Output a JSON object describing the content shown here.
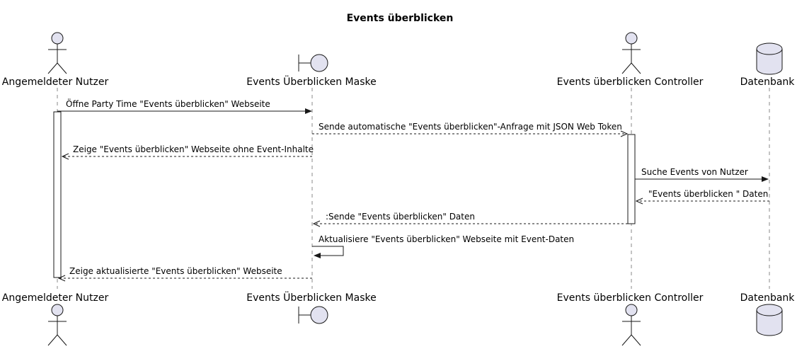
{
  "title": "Events überblicken",
  "participants": [
    {
      "id": "nutzer",
      "name": "Angemeldeter Nutzer",
      "kind": "actor"
    },
    {
      "id": "maske",
      "name": "Events Überblicken Maske",
      "kind": "boundary"
    },
    {
      "id": "controller",
      "name": "Events überblicken Controller",
      "kind": "actor"
    },
    {
      "id": "db",
      "name": "Datenbank",
      "kind": "database"
    }
  ],
  "messages": [
    {
      "from": "nutzer",
      "to": "maske",
      "label": "Öffne Party Time \"Events überblicken\" Webseite",
      "dashed": false
    },
    {
      "from": "maske",
      "to": "controller",
      "label": "Sende automatische \"Events überblicken\"-Anfrage mit JSON Web Token",
      "dashed": true
    },
    {
      "from": "maske",
      "to": "nutzer",
      "label": "Zeige \"Events überblicken\" Webseite ohne Event-Inhalte",
      "dashed": true
    },
    {
      "from": "controller",
      "to": "db",
      "label": "Suche Events von Nutzer",
      "dashed": false
    },
    {
      "from": "db",
      "to": "controller",
      "label": "\"Events überblicken \" Daten",
      "dashed": true
    },
    {
      "from": "controller",
      "to": "maske",
      "label": ":Sende \"Events überblicken\" Daten",
      "dashed": true
    },
    {
      "from": "maske",
      "to": "maske",
      "label": "Aktualisiere \"Events überblicken\" Webseite mit Event-Daten",
      "dashed": false
    },
    {
      "from": "maske",
      "to": "nutzer",
      "label": "Zeige aktualisierte \"Events überblicken\" Webseite",
      "dashed": true
    }
  ]
}
